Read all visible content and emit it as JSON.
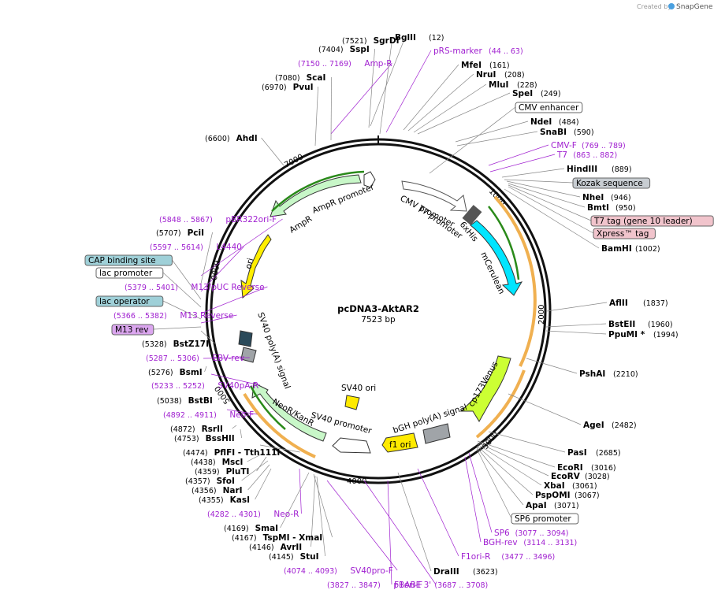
{
  "title": "pcDNA3-AktAR2",
  "length": "7523 bp",
  "credit": {
    "created_by": "Created by",
    "brand": "SnapGene"
  },
  "ticks": [
    "1000",
    "2000",
    "3000",
    "4000",
    "5000",
    "6000",
    "7000"
  ],
  "inner_labels": {
    "cmv_promoter": "CMV promoter",
    "t7_promoter": "T7 promoter",
    "sixhis": "6xHis",
    "mcerulean": "mCerulean",
    "cp173venus": "cp173Venus",
    "bgh": "bGH poly(A) signal",
    "f1ori": "f1 ori",
    "sv40ori": "SV40 ori",
    "sv40promoter": "SV40 promoter",
    "neor": "NeoR/KanR",
    "sv40pa": "SV40 poly(A) signal",
    "ori": "ori",
    "ampr": "AmpR",
    "ampr_promoter": "AmpR promoter"
  },
  "labels": [
    {
      "name": "SgrDI",
      "pos": "(7521)",
      "kind": "enzyme"
    },
    {
      "name": "SspI",
      "pos": "(7404)",
      "kind": "enzyme"
    },
    {
      "name": "Amp-R",
      "pos": "(7150 .. 7169)",
      "kind": "primer"
    },
    {
      "name": "ScaI",
      "pos": "(7080)",
      "kind": "enzyme"
    },
    {
      "name": "PvuI",
      "pos": "(6970)",
      "kind": "enzyme"
    },
    {
      "name": "AhdI",
      "pos": "(6600)",
      "kind": "enzyme"
    },
    {
      "name": "pBR322ori-F",
      "pos": "(5848 .. 5867)",
      "kind": "primer"
    },
    {
      "name": "PciI",
      "pos": "(5707)",
      "kind": "enzyme"
    },
    {
      "name": "L4440",
      "pos": "(5597 .. 5614)",
      "kind": "primer"
    },
    {
      "name": "CAP binding site",
      "pos": "",
      "kind": "box-teal"
    },
    {
      "name": "lac promoter",
      "pos": "",
      "kind": "box-white"
    },
    {
      "name": "M13/pUC Reverse",
      "pos": "(5379 .. 5401)",
      "kind": "primer"
    },
    {
      "name": "lac operator",
      "pos": "",
      "kind": "box-teal"
    },
    {
      "name": "M13 Reverse",
      "pos": "(5366 .. 5382)",
      "kind": "primer"
    },
    {
      "name": "M13 rev",
      "pos": "",
      "kind": "box-purple"
    },
    {
      "name": "BstZ17I",
      "pos": "(5328)",
      "kind": "enzyme"
    },
    {
      "name": "EBV-rev",
      "pos": "(5287 .. 5306)",
      "kind": "primer"
    },
    {
      "name": "BsmI",
      "pos": "(5276)",
      "kind": "enzyme"
    },
    {
      "name": "SV40pA-R",
      "pos": "(5233 .. 5252)",
      "kind": "primer"
    },
    {
      "name": "BstBI",
      "pos": "(5038)",
      "kind": "enzyme"
    },
    {
      "name": "Neo-F",
      "pos": "(4892 .. 4911)",
      "kind": "primer"
    },
    {
      "name": "RsrII",
      "pos": "(4872)",
      "kind": "enzyme"
    },
    {
      "name": "BssHII",
      "pos": "(4753)",
      "kind": "enzyme"
    },
    {
      "name": "PflFI - Tth111I",
      "pos": "(4474)",
      "kind": "enzyme"
    },
    {
      "name": "MscI",
      "pos": "(4438)",
      "kind": "enzyme"
    },
    {
      "name": "PluTI",
      "pos": "(4359)",
      "kind": "enzyme"
    },
    {
      "name": "SfoI",
      "pos": "(4357)",
      "kind": "enzyme"
    },
    {
      "name": "NarI",
      "pos": "(4356)",
      "kind": "enzyme"
    },
    {
      "name": "KasI",
      "pos": "(4355)",
      "kind": "enzyme"
    },
    {
      "name": "Neo-R",
      "pos": "(4282 .. 4301)",
      "kind": "primer"
    },
    {
      "name": "SmaI",
      "pos": "(4169)",
      "kind": "enzyme"
    },
    {
      "name": "TspMI - XmaI",
      "pos": "(4167)",
      "kind": "enzyme"
    },
    {
      "name": "AvrII",
      "pos": "(4146)",
      "kind": "enzyme"
    },
    {
      "name": "StuI",
      "pos": "(4145)",
      "kind": "enzyme"
    },
    {
      "name": "SV40pro-F",
      "pos": "(4074 .. 4093)",
      "kind": "primer"
    },
    {
      "name": "pBABE 3'",
      "pos": "(3827 .. 3847)",
      "kind": "primer"
    },
    {
      "name": "F1ori-F",
      "pos": "(3687 .. 3708)",
      "kind": "primer"
    },
    {
      "name": "DraIII",
      "pos": "(3623)",
      "kind": "enzyme"
    },
    {
      "name": "F1ori-R",
      "pos": "(3477 .. 3496)",
      "kind": "primer"
    },
    {
      "name": "BGH-rev",
      "pos": "(3114 .. 3131)",
      "kind": "primer"
    },
    {
      "name": "SP6",
      "pos": "(3077 .. 3094)",
      "kind": "primer"
    },
    {
      "name": "SP6 promoter",
      "pos": "",
      "kind": "box-white"
    },
    {
      "name": "ApaI",
      "pos": "(3071)",
      "kind": "enzyme"
    },
    {
      "name": "PspOMI",
      "pos": "(3067)",
      "kind": "enzyme"
    },
    {
      "name": "XbaI",
      "pos": "(3061)",
      "kind": "enzyme"
    },
    {
      "name": "EcoRV",
      "pos": "(3028)",
      "kind": "enzyme"
    },
    {
      "name": "EcoRI",
      "pos": "(3016)",
      "kind": "enzyme"
    },
    {
      "name": "PasI",
      "pos": "(2685)",
      "kind": "enzyme"
    },
    {
      "name": "AgeI",
      "pos": "(2482)",
      "kind": "enzyme"
    },
    {
      "name": "PshAI",
      "pos": "(2210)",
      "kind": "enzyme"
    },
    {
      "name": "PpuMI *",
      "pos": "(1994)",
      "kind": "enzyme"
    },
    {
      "name": "BstEII",
      "pos": "(1960)",
      "kind": "enzyme"
    },
    {
      "name": "AflII",
      "pos": "(1837)",
      "kind": "enzyme"
    },
    {
      "name": "BamHI",
      "pos": "(1002)",
      "kind": "enzyme"
    },
    {
      "name": "Xpress™ tag",
      "pos": "",
      "kind": "box-pink"
    },
    {
      "name": "T7 tag (gene 10 leader)",
      "pos": "",
      "kind": "box-pink"
    },
    {
      "name": "BmtI",
      "pos": "(950)",
      "kind": "enzyme"
    },
    {
      "name": "NheI",
      "pos": "(946)",
      "kind": "enzyme"
    },
    {
      "name": "Kozak sequence",
      "pos": "",
      "kind": "box-grey"
    },
    {
      "name": "HindIII",
      "pos": "(889)",
      "kind": "enzyme"
    },
    {
      "name": "T7",
      "pos": "(863 .. 882)",
      "kind": "primer"
    },
    {
      "name": "CMV-F",
      "pos": "(769 .. 789)",
      "kind": "primer"
    },
    {
      "name": "SnaBI",
      "pos": "(590)",
      "kind": "enzyme"
    },
    {
      "name": "NdeI",
      "pos": "(484)",
      "kind": "enzyme"
    },
    {
      "name": "CMV enhancer",
      "pos": "",
      "kind": "box-white"
    },
    {
      "name": "SpeI",
      "pos": "(249)",
      "kind": "enzyme"
    },
    {
      "name": "MluI",
      "pos": "(228)",
      "kind": "enzyme"
    },
    {
      "name": "NruI",
      "pos": "(208)",
      "kind": "enzyme"
    },
    {
      "name": "MfeI",
      "pos": "(161)",
      "kind": "enzyme"
    },
    {
      "name": "pRS-marker",
      "pos": "(44 .. 63)",
      "kind": "primer"
    },
    {
      "name": "BglII",
      "pos": "(12)",
      "kind": "enzyme"
    }
  ],
  "colors": {
    "primer": "#a020d0",
    "teal": "#9fd0d8",
    "grey": "#c8cdd2",
    "purple": "#dba6ef",
    "pink": "#f1c4cc",
    "mcerulean": "#00e5ff",
    "venus": "#ccff33",
    "f1ori": "#ffea00",
    "ori": "#ffee00",
    "neo": "#c8f7c8",
    "ampr": "#c8f7c8",
    "orange": "#f0b050",
    "green": "#2a8a1a"
  }
}
